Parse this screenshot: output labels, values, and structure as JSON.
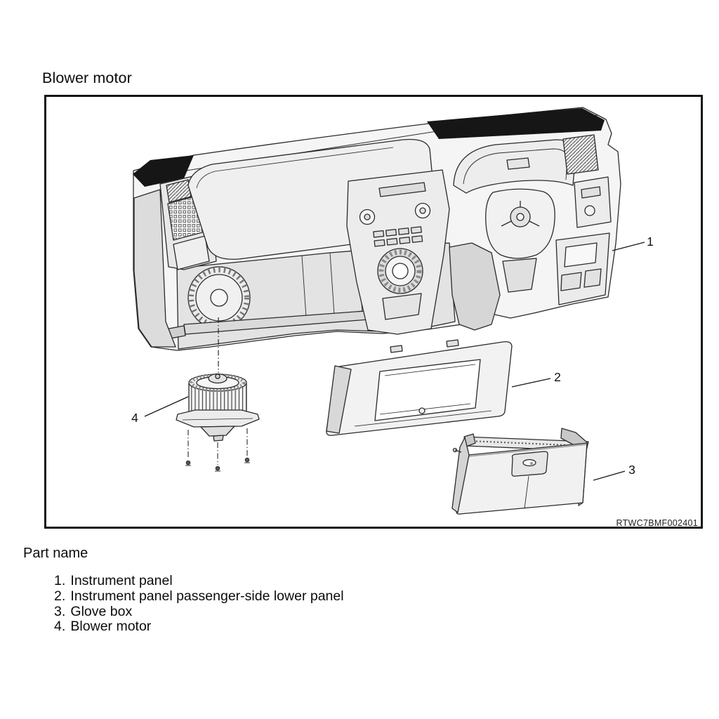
{
  "page": {
    "title": "Blower motor"
  },
  "figure": {
    "code": "RTWC7BMF002401",
    "callouts": [
      {
        "num": "1",
        "points_to": "Instrument panel"
      },
      {
        "num": "2",
        "points_to": "Instrument panel passenger-side lower panel"
      },
      {
        "num": "3",
        "points_to": "Glove box"
      },
      {
        "num": "4",
        "points_to": "Blower motor"
      }
    ]
  },
  "parts": {
    "heading": "Part name",
    "items": [
      {
        "num": "1.",
        "label": "Instrument panel"
      },
      {
        "num": "2.",
        "label": "Instrument panel passenger-side lower panel"
      },
      {
        "num": "3.",
        "label": "Glove box"
      },
      {
        "num": "4.",
        "label": "Blower motor"
      }
    ]
  },
  "colors": {
    "ink": "#1d1d1d",
    "paper": "#ffffff",
    "line_art": "#2b2b2b",
    "solid_black": "#161616",
    "shade_light": "#f2f2f2",
    "shade_mid": "#e4e4e4",
    "shade_dark": "#d4d4d4"
  }
}
